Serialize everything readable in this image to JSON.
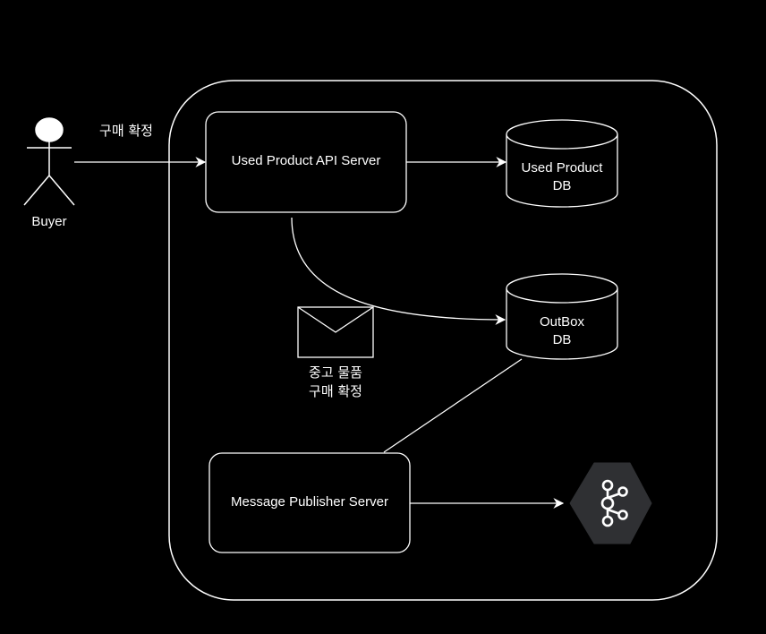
{
  "actor": {
    "name": "Buyer",
    "action_label": "구매 확정"
  },
  "nodes": {
    "api_server": "Used Product API Server",
    "product_db": {
      "line1": "Used Product",
      "line2": "DB"
    },
    "outbox_db": {
      "line1": "OutBox",
      "line2": "DB"
    },
    "publisher": "Message Publisher Server",
    "broker_icon": "kafka-hexagon-icon"
  },
  "message": {
    "icon": "envelope-icon",
    "line1": "중고 물품",
    "line2": "구매 확정"
  },
  "colors": {
    "background": "#000000",
    "stroke": "#ffffff",
    "broker_fill": "#2f3033"
  }
}
